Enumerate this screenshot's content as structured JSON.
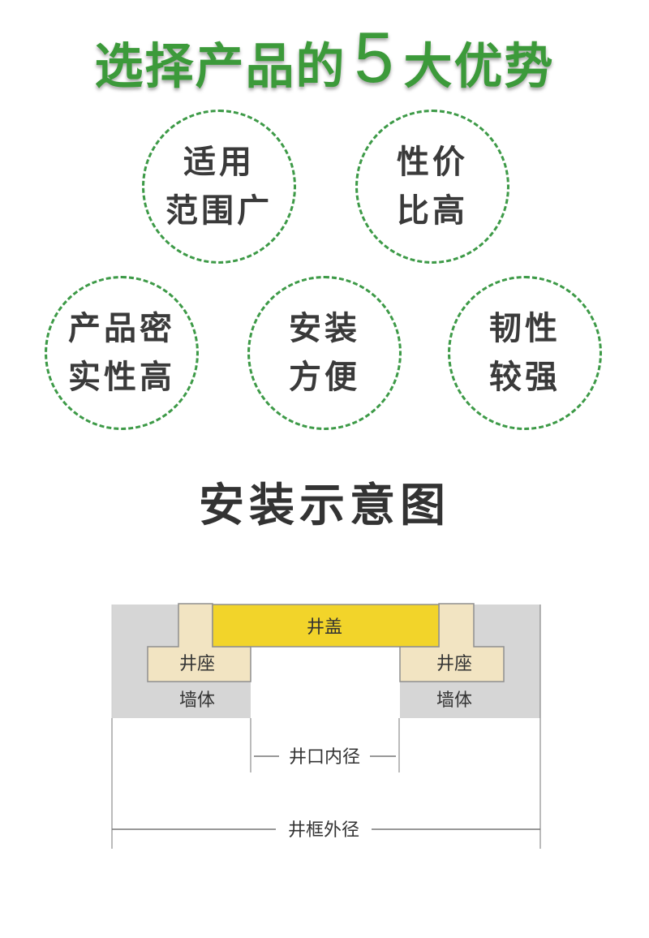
{
  "title": {
    "prefix": "选择产品的",
    "number": "5",
    "suffix": "大优势"
  },
  "advantages": [
    {
      "line1": "适用",
      "line2": "范围广"
    },
    {
      "line1": "性价",
      "line2": "比高"
    },
    {
      "line1": "产品密",
      "line2": "实性高"
    },
    {
      "line1": "安装",
      "line2": "方便"
    },
    {
      "line1": "韧性",
      "line2": "较强"
    }
  ],
  "section_title": "安装示意图",
  "diagram": {
    "cover_label": "井盖",
    "seat_label": "井座",
    "wall_label": "墙体",
    "inner_diameter_label": "井口内径",
    "outer_diameter_label": "井框外径",
    "colors": {
      "accent_green": "#3d9a47",
      "wall_gray": "#d6d6d6",
      "seat_beige": "#f2e4c2",
      "cover_yellow": "#f2d42a"
    }
  }
}
